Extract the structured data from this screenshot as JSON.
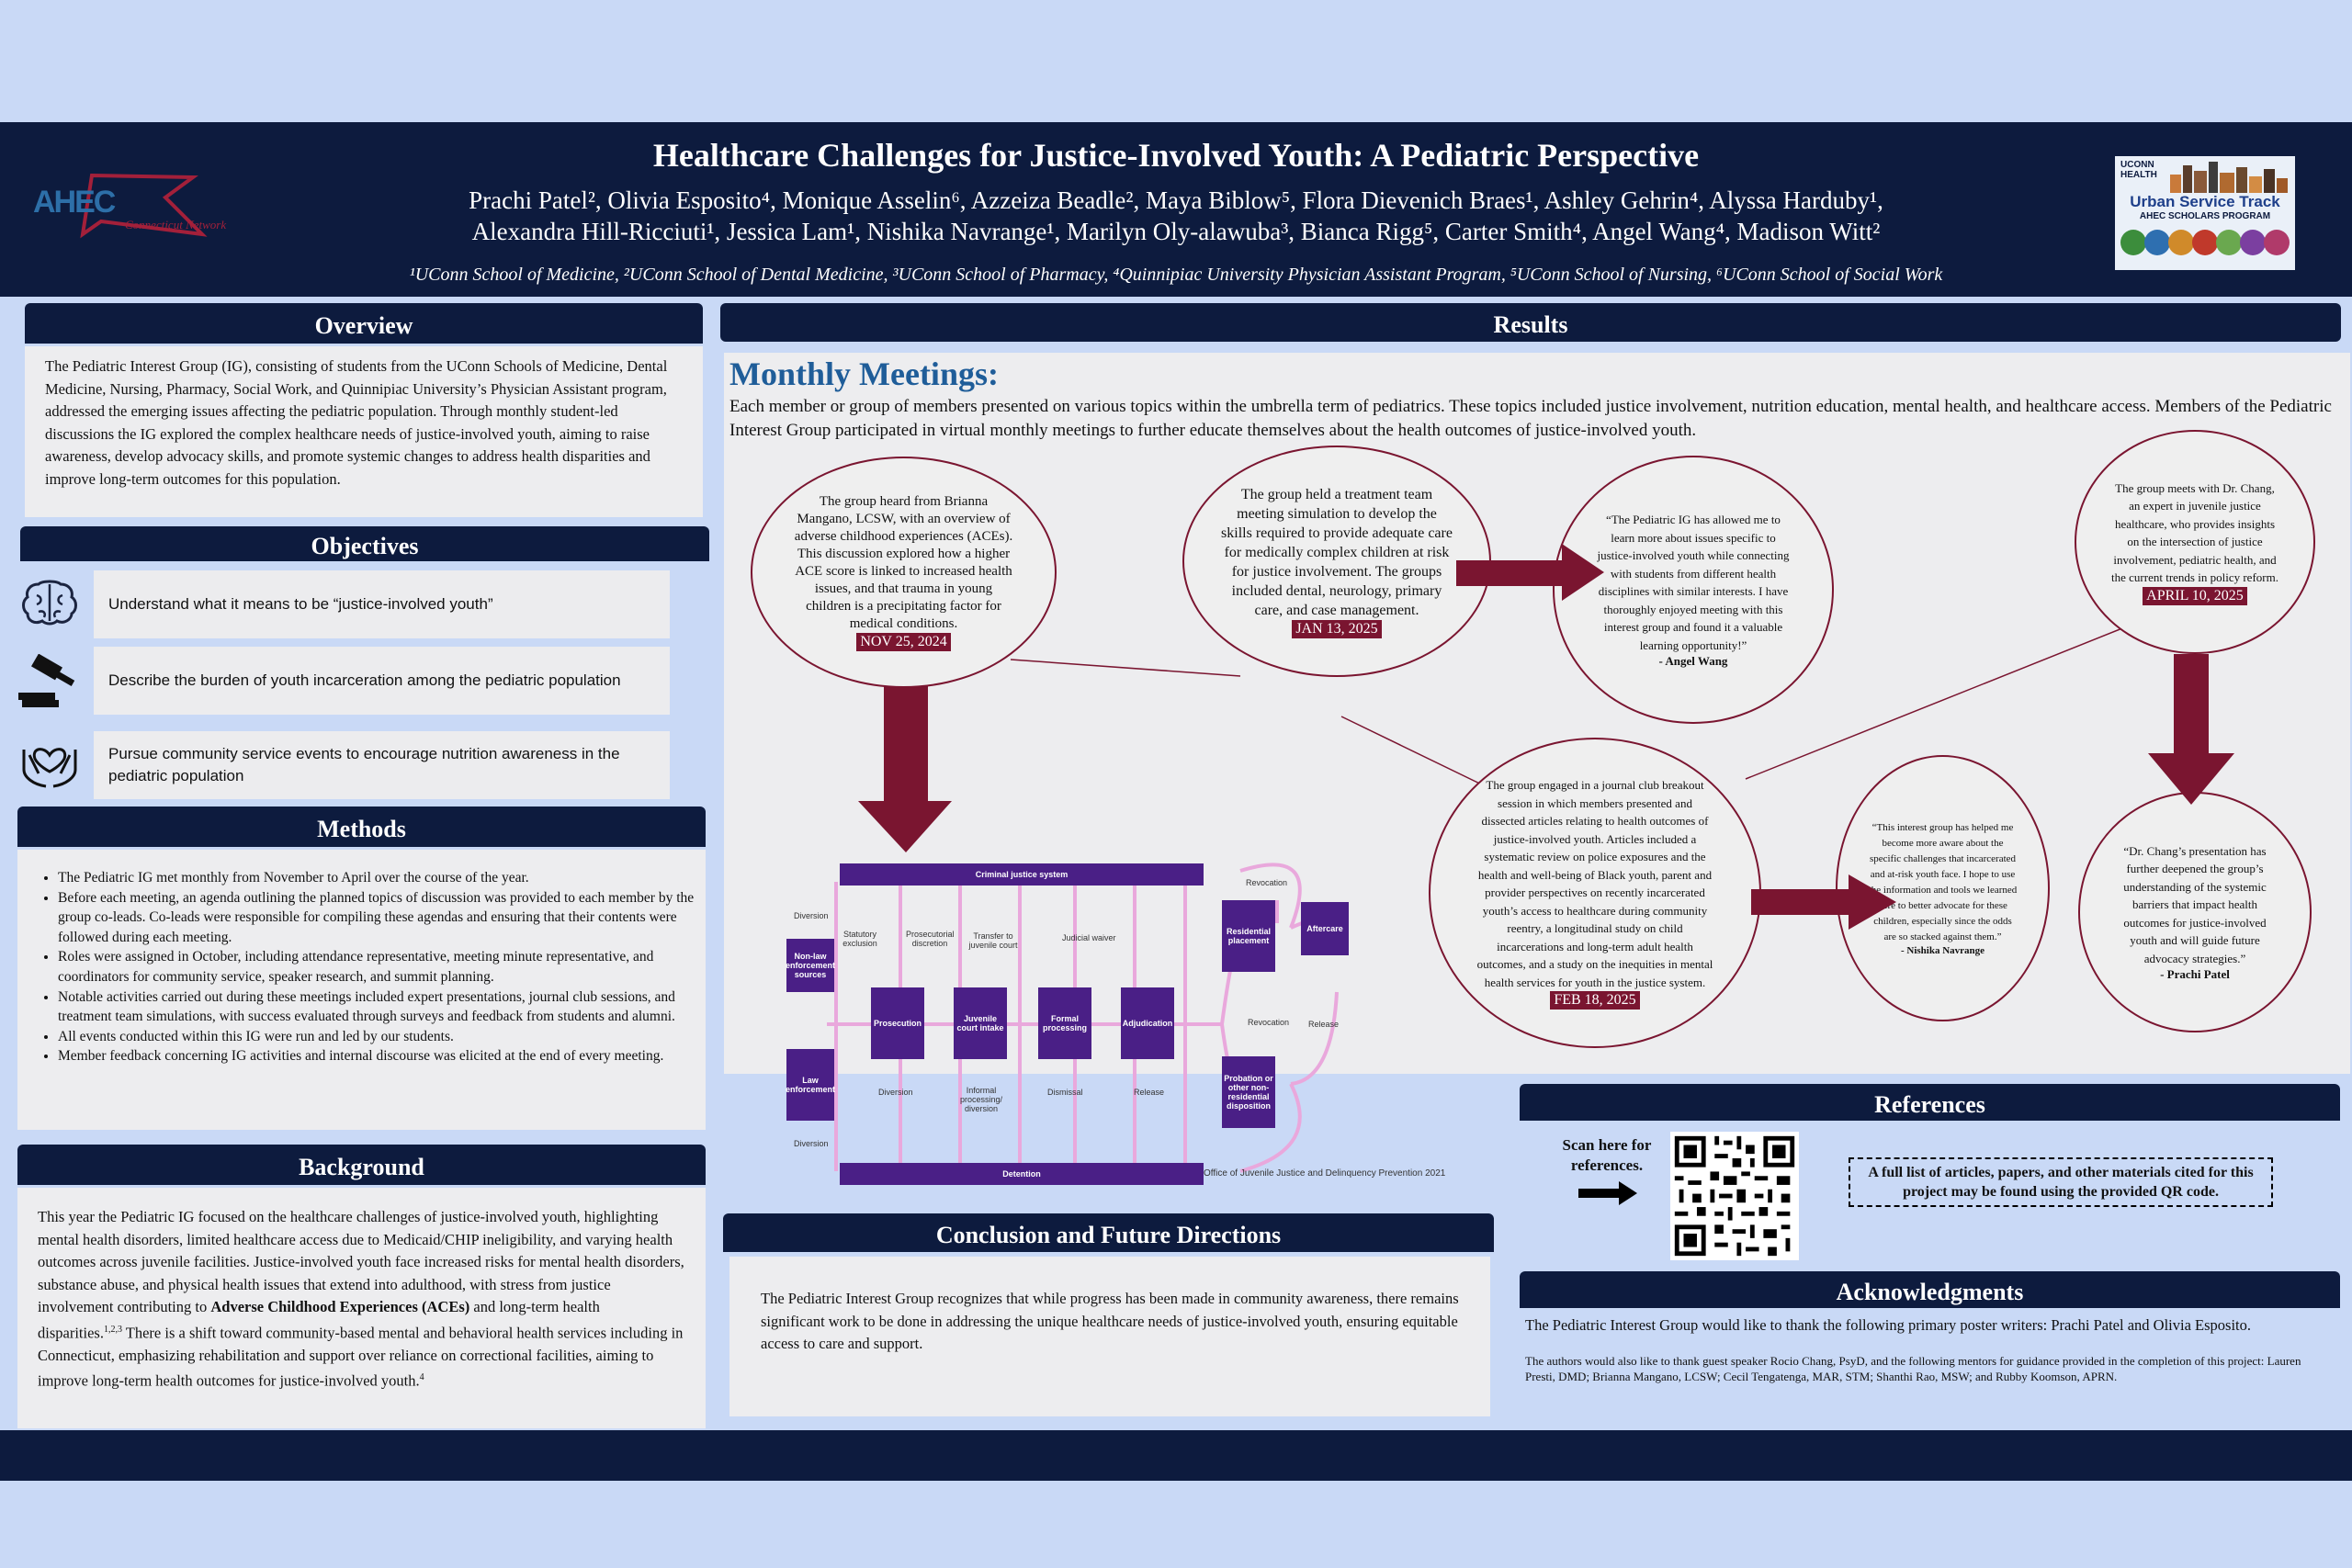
{
  "header": {
    "title": "Healthcare Challenges for Justice-Involved Youth: A Pediatric Perspective",
    "authors_line1": "Prachi Patel², Olivia Esposito⁴, Monique Asselin⁶, Azzeiza Beadle², Maya Biblow⁵, Flora Dievenich Braes¹, Ashley Gehrin⁴, Alyssa Harduby¹,",
    "authors_line2": "Alexandra Hill-Ricciuti¹, Jessica Lam¹, Nishika Navrange¹, Marilyn Oly-alawuba³, Bianca Rigg⁵, Carter Smith⁴, Angel Wang⁴, Madison Witt²",
    "affiliations": "¹UConn School of Medicine, ²UConn School of Dental Medicine, ³UConn School of Pharmacy, ⁴Quinnipiac University Physician Assistant Program, ⁵UConn School of Nursing, ⁶UConn School of Social Work",
    "left_logo_text": "AHEC",
    "left_logo_sub": "Connecticut Network",
    "right_logo_top": "UCONN HEALTH",
    "right_logo_title": "Urban Service Track",
    "right_logo_sub": "AHEC SCHOLARS PROGRAM"
  },
  "overview": {
    "heading": "Overview",
    "body": "The Pediatric Interest Group (IG), consisting of students from the UConn Schools of Medicine, Dental Medicine, Nursing, Pharmacy, Social Work, and Quinnipiac University’s Physician Assistant program, addressed the emerging issues affecting the pediatric population. Through monthly student-led discussions the IG explored the complex healthcare needs of justice-involved youth, aiming to raise awareness, develop advocacy skills, and promote systemic changes to address health disparities and improve long-term outcomes for this population."
  },
  "objectives": {
    "heading": "Objectives",
    "items": [
      {
        "icon": "brain-icon",
        "text": "Understand what it means to be “justice-involved youth”"
      },
      {
        "icon": "gavel-icon",
        "text": "Describe the burden of youth incarceration among the pediatric population"
      },
      {
        "icon": "heart-hands-icon",
        "text": "Pursue community service events to encourage nutrition awareness in the pediatric population"
      }
    ]
  },
  "methods": {
    "heading": "Methods",
    "items": [
      "The Pediatric IG met monthly from November to April over the course of the year.",
      "Before each meeting, an agenda outlining the planned topics of discussion was provided to each member by the group co-leads. Co-leads were responsible for compiling these agendas and ensuring that their contents were followed during each meeting.",
      "Roles were assigned in October, including attendance representative, meeting minute representative, and coordinators for community service, speaker research, and summit planning.",
      "Notable activities carried out during these meetings included expert presentations, journal club sessions, and treatment team simulations, with success evaluated through surveys and feedback from students and alumni.",
      "All events conducted within this IG were run and led by our students.",
      "Member feedback concerning IG activities and internal discourse was elicited at the end of every meeting."
    ]
  },
  "background": {
    "heading": "Background",
    "part1": "This year the Pediatric IG focused on the healthcare challenges of justice-involved youth, highlighting mental health disorders, limited healthcare access due to Medicaid/CHIP ineligibility, and varying health outcomes across juvenile facilities. Justice-involved youth face increased risks for mental health disorders, substance abuse, and physical health issues that extend into adulthood, with stress from justice involvement contributing to ",
    "bold": "Adverse Childhood Experiences (ACEs)",
    "part2": " and long-term health disparities.",
    "sup1": "1,2,3",
    "part3": " There is a shift toward community-based mental and behavioral health services including in Connecticut, emphasizing rehabilitation and support over reliance on correctional facilities, aiming to improve long-term health outcomes for justice-involved youth.",
    "sup2": "4"
  },
  "results": {
    "heading": "Results",
    "subheading": "Monthly Meetings:",
    "intro": "Each member or group of members presented on various topics within the umbrella term of pediatrics. These topics included justice involvement, nutrition education, mental health, and healthcare access. Members of the Pediatric Interest Group participated in virtual monthly meetings to further educate themselves about the health outcomes of justice-involved youth.",
    "meetings": {
      "nov": {
        "text": "The group heard from Brianna Mangano, LCSW, with an overview of adverse childhood experiences (ACEs). This discussion explored how a higher ACE score is linked to increased health issues, and that trauma in young children is a precipitating factor for medical conditions.",
        "date": "NOV 25, 2024"
      },
      "jan": {
        "text": "The group held a treatment team meeting simulation to develop the skills required to provide adequate care for medically complex children at risk for justice involvement. The groups included dental, neurology, primary care, and case management.",
        "date": "JAN 13, 2025"
      },
      "quote_wang": {
        "text": "“The Pediatric IG has allowed me to learn more about issues specific to justice-involved youth while connecting with students from different health disciplines with similar interests. I have thoroughly enjoyed meeting with this interest group and found it a valuable learning opportunity!”",
        "by": "- Angel Wang"
      },
      "apr": {
        "text": "The group meets with Dr. Chang, an expert in juvenile justice healthcare, who provides insights on the intersection of justice involvement, pediatric health, and the current trends in policy reform.",
        "date": "APRIL 10, 2025"
      },
      "feb": {
        "text": "The group engaged in a journal club breakout session in which members presented and dissected articles relating to health outcomes of justice-involved youth. Articles included a systematic review on police exposures and the health and well-being of Black youth, parent and provider perspectives on recently incarcerated youth’s access to healthcare during community reentry, a longitudinal study on child incarcerations and long-term adult health outcomes, and a study on the inequities in mental health services for youth in the justice system.",
        "date": "FEB 18, 2025"
      },
      "quote_navrange": {
        "text": "“This interest group has helped me become more aware about the specific challenges that incarcerated and at-risk youth face. I hope to use the information and tools we learned here to better advocate for these children, especially since the odds are so stacked against them.”",
        "by": "- Nishika Navrange"
      },
      "quote_patel": {
        "text": "“Dr. Chang’s presentation has further deepened the group’s understanding of the systemic barriers that impact health outcomes for justice-involved youth and will guide future advocacy strategies.”",
        "by": "- Prachi Patel"
      }
    }
  },
  "flowchart": {
    "top_bar": "Criminal justice system",
    "bottom_bar": "Detention",
    "boxes": {
      "nonlaw": "Non-law enforcement sources",
      "law": "Law enforcement",
      "prosecution": "Prosecution",
      "intake": "Juvenile court intake",
      "formal": "Formal processing",
      "adjudication": "Adjudication",
      "residential": "Residential placement",
      "aftercare": "Aftercare",
      "probation": "Probation or other non-residential disposition"
    },
    "labels": {
      "diversion1": "Diversion",
      "statutory": "Statutory exclusion",
      "prosecutorial": "Prosecutorial discretion",
      "transfer": "Transfer to juvenile court",
      "waiver": "Judicial waiver",
      "revocation1": "Revocation",
      "revocation2": "Revocation",
      "release1": "Release",
      "diversion2": "Diversion",
      "informal": "Informal processing/ diversion",
      "dismissal": "Dismissal",
      "release2": "Release",
      "diversion3": "Diversion"
    },
    "source": "Office of Juvenile Justice and Delinquency Prevention 2021"
  },
  "conclusion": {
    "heading": "Conclusion and Future Directions",
    "body": "The Pediatric Interest Group recognizes that while progress has been made in community awareness, there remains significant work to be done in addressing the unique healthcare needs of justice-involved youth, ensuring equitable access to care and support."
  },
  "references": {
    "heading": "References",
    "scan_label": "Scan here for references.",
    "note": "A full list of articles, papers, and other materials cited for this project may be found using the provided QR code."
  },
  "acknowledgments": {
    "heading": "Acknowledgments",
    "line1": "The Pediatric Interest Group would like to thank the following primary poster writers: Prachi Patel and Olivia Esposito.",
    "line2": "The authors would also like to thank guest speaker Rocio Chang, PsyD, and the following mentors for guidance provided in the completion of this project: Lauren Presti, DMD; Brianna Mangano, LCSW; Cecil Tengatenga, MAR, STM; Shanthi Rao, MSW; and Rubby Koomson, APRN."
  },
  "colors": {
    "navy": "#0d1b3e",
    "maroon": "#7a1530",
    "purple": "#4a1f86",
    "pink": "#e9a8dc",
    "background": "#c9d9f6",
    "title_blue": "#1f5d99"
  }
}
